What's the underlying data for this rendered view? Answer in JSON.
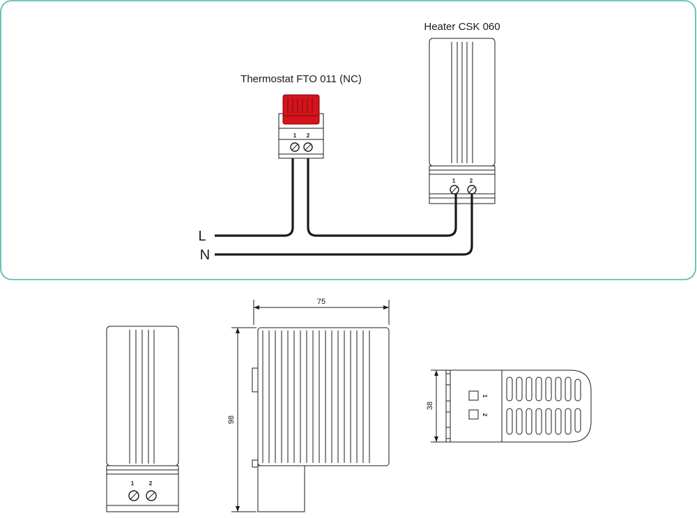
{
  "wiring": {
    "heater_label": "Heater CSK 060",
    "thermostat_label": "Thermostat FTO 011 (NC)",
    "line_label": "L",
    "neutral_label": "N",
    "terminal_1": "1",
    "terminal_2": "2"
  },
  "dimensions": {
    "width": "75",
    "height": "98",
    "depth": "38"
  },
  "colors": {
    "panel_border": "#43b6aa",
    "thermostat_cap": "#d4131b",
    "line": "#1a1a1a"
  }
}
